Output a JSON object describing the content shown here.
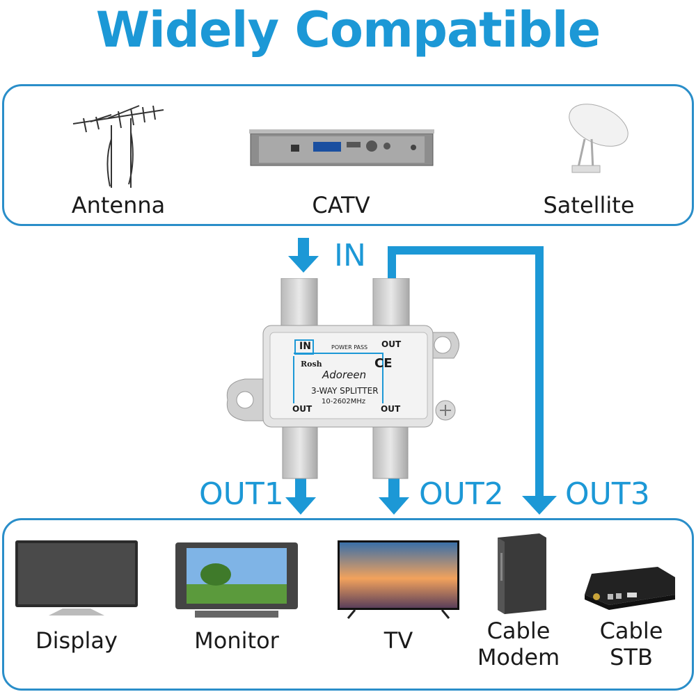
{
  "title": "Widely Compatible",
  "sources": [
    {
      "label": "Antenna",
      "icon": "antenna-icon"
    },
    {
      "label": "CATV",
      "icon": "catv-rack-icon"
    },
    {
      "label": "Satellite",
      "icon": "satellite-dish-icon"
    }
  ],
  "splitter": {
    "in_label": "IN",
    "port_in": "IN",
    "power_pass": "POWER PASS",
    "out_top": "OUT",
    "out_left": "OUT",
    "out_right": "OUT",
    "brand_small": "Rosh",
    "brand": "Adoreen",
    "ce": "CE",
    "model": "3-WAY SPLITTER",
    "freq": "10-2602MHz"
  },
  "outputs": [
    "OUT1",
    "OUT2",
    "OUT3"
  ],
  "devices": [
    {
      "label": "Display",
      "icon": "display-icon"
    },
    {
      "label": "Monitor",
      "icon": "monitor-icon"
    },
    {
      "label": "TV",
      "icon": "tv-icon"
    },
    {
      "label": "Cable Modem",
      "line1": "Cable",
      "line2": "Modem",
      "icon": "cable-modem-icon"
    },
    {
      "label": "Cable STB",
      "line1": "Cable",
      "line2": "STB",
      "icon": "set-top-box-icon"
    }
  ],
  "colors": {
    "accent": "#1c98d6",
    "border": "#2a8ec9"
  }
}
